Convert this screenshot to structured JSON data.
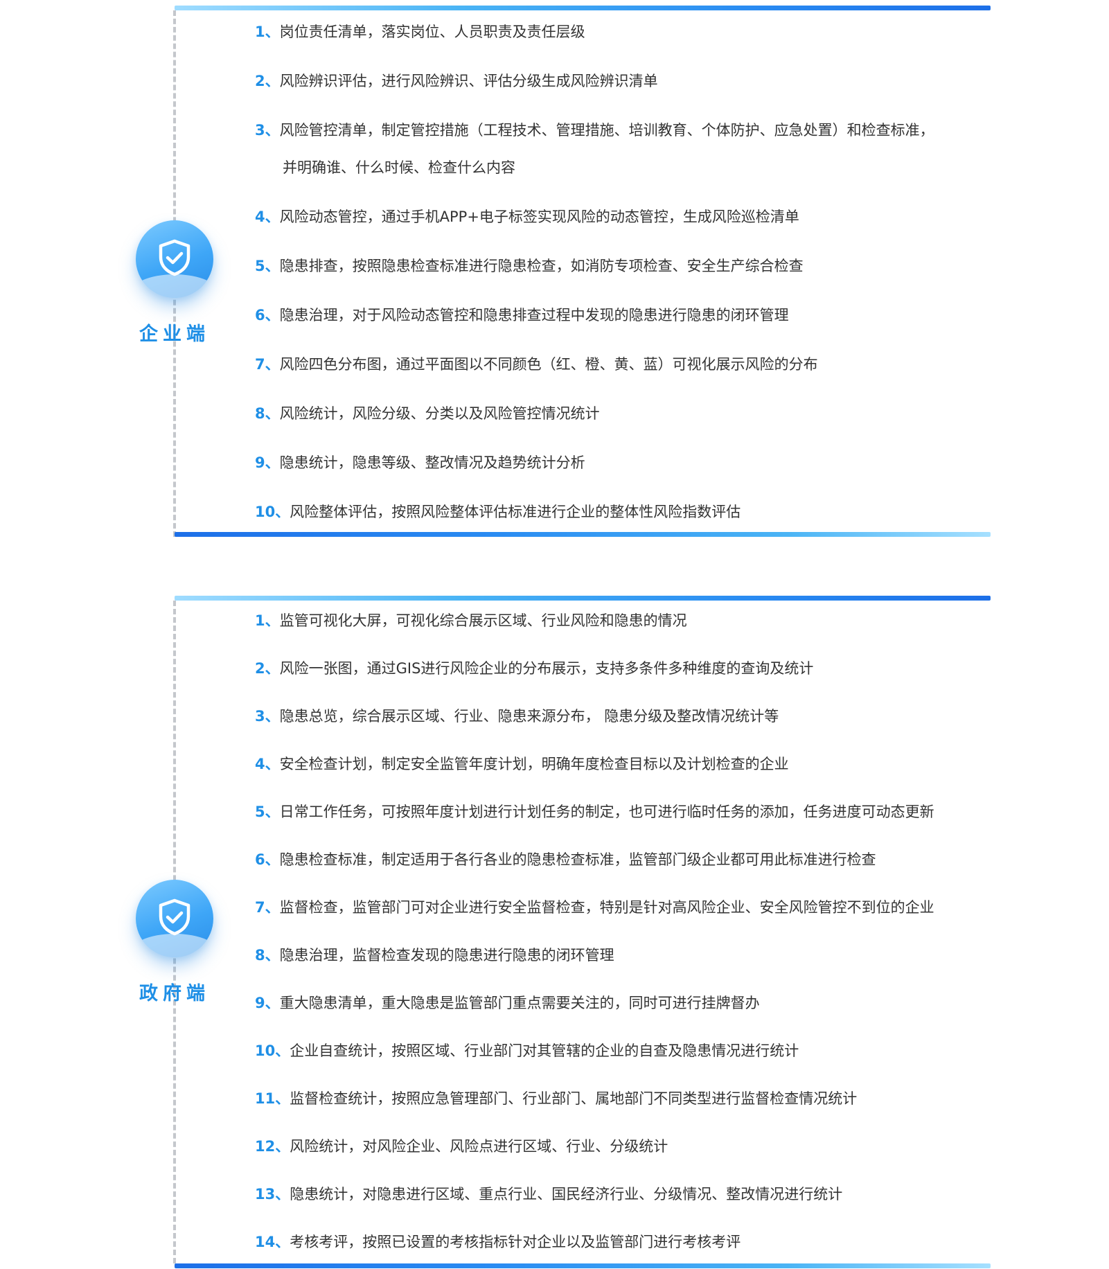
{
  "enterprise": {
    "label": "企业端",
    "items": [
      {
        "num": "1、",
        "text": "岗位责任清单，落实岗位、人员职责及责任层级"
      },
      {
        "num": "2、",
        "text": "风险辨识评估，进行风险辨识、评估分级生成风险辨识清单"
      },
      {
        "num": "3、",
        "text": "风险管控清单，制定管控措施（工程技术、管理措施、培训教育、个体防护、应急处置）和检查标准，",
        "cont": "并明确谁、什么时候、检查什么内容"
      },
      {
        "num": "4、",
        "text": "风险动态管控，通过手机APP+电子标签实现风险的动态管控，生成风险巡检清单"
      },
      {
        "num": "5、",
        "text": "隐患排查，按照隐患检查标准进行隐患检查，如消防专项检查、安全生产综合检查"
      },
      {
        "num": "6、",
        "text": "隐患治理，对于风险动态管控和隐患排查过程中发现的隐患进行隐患的闭环管理"
      },
      {
        "num": "7、",
        "text": "风险四色分布图，通过平面图以不同颜色（红、橙、黄、蓝）可视化展示风险的分布"
      },
      {
        "num": "8、",
        "text": "风险统计，风险分级、分类以及风险管控情况统计"
      },
      {
        "num": "9、",
        "text": "隐患统计，隐患等级、整改情况及趋势统计分析"
      },
      {
        "num": "10、",
        "text": "风险整体评估，按照风险整体评估标准进行企业的整体性风险指数评估"
      }
    ]
  },
  "government": {
    "label": "政府端",
    "items": [
      {
        "num": "1、",
        "text": "监管可视化大屏，可视化综合展示区域、行业风险和隐患的情况"
      },
      {
        "num": "2、",
        "text": "风险一张图，通过GIS进行风险企业的分布展示，支持多条件多种维度的查询及统计"
      },
      {
        "num": "3、",
        "text": "隐患总览，综合展示区域、行业、隐患来源分布， 隐患分级及整改情况统计等"
      },
      {
        "num": "4、",
        "text": "安全检查计划，制定安全监管年度计划，明确年度检查目标以及计划检查的企业"
      },
      {
        "num": "5、",
        "text": "日常工作任务，可按照年度计划进行计划任务的制定，也可进行临时任务的添加，任务进度可动态更新"
      },
      {
        "num": "6、",
        "text": "隐患检查标准，制定适用于各行各业的隐患检查标准，监管部门级企业都可用此标准进行检查"
      },
      {
        "num": "7、",
        "text": "监督检查，监管部门可对企业进行安全监督检查，特别是针对高风险企业、安全风险管控不到位的企业"
      },
      {
        "num": "8、",
        "text": "隐患治理，监督检查发现的隐患进行隐患的闭环管理"
      },
      {
        "num": "9、",
        "text": "重大隐患清单，重大隐患是监管部门重点需要关注的，同时可进行挂牌督办"
      },
      {
        "num": "10、",
        "text": "企业自查统计，按照区域、行业部门对其管辖的企业的自查及隐患情况进行统计"
      },
      {
        "num": "11、",
        "text": "监督检查统计，按照应急管理部门、行业部门、属地部门不同类型进行监督检查情况统计"
      },
      {
        "num": "12、",
        "text": "风险统计，对风险企业、风险点进行区域、行业、分级统计"
      },
      {
        "num": "13、",
        "text": "隐患统计，对隐患进行区域、重点行业、国民经济行业、分级情况、整改情况进行统计"
      },
      {
        "num": "14、",
        "text": "考核考评，按照已设置的考核指标针对企业以及监管部门进行考核考评"
      }
    ]
  },
  "icons": {
    "badge": "shield-check-icon"
  },
  "colors": {
    "accent": "#1f8fe6",
    "text": "#333333",
    "dash": "#c4c7cc"
  }
}
